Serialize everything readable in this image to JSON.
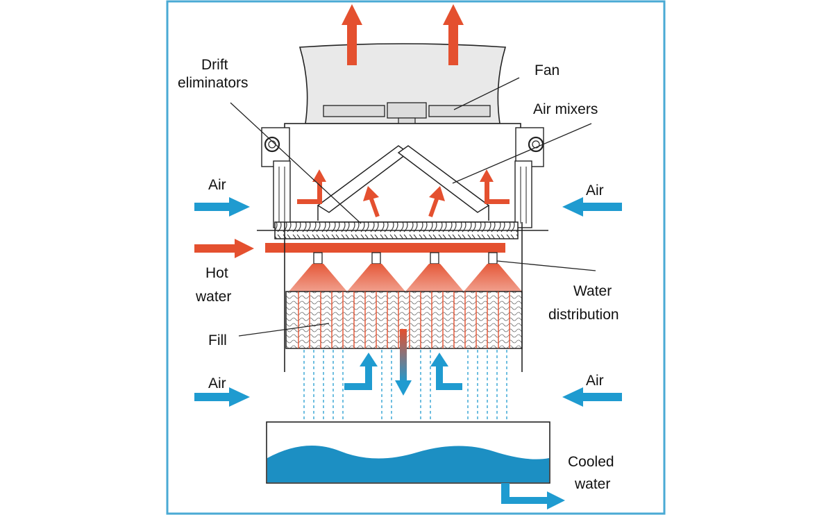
{
  "labels": {
    "drift_eliminators": [
      "Drift",
      "eliminators"
    ],
    "fan": "Fan",
    "air_mixers": "Air mixers",
    "air_left_top": "Air",
    "air_right_top": "Air",
    "hot_water": [
      "Hot",
      "water"
    ],
    "water_distribution": [
      "Water",
      "distribution"
    ],
    "fill": "Fill",
    "air_left_bottom": "Air",
    "air_right_bottom": "Air",
    "cooled_water": [
      "Cooled",
      "water"
    ]
  },
  "colors": {
    "frame": "#4aaad4",
    "hot": "#e4502f",
    "cold": "#1f9bd0",
    "outline": "#222222",
    "housing": "#e9e9e9",
    "water": "#1c8fc3"
  }
}
